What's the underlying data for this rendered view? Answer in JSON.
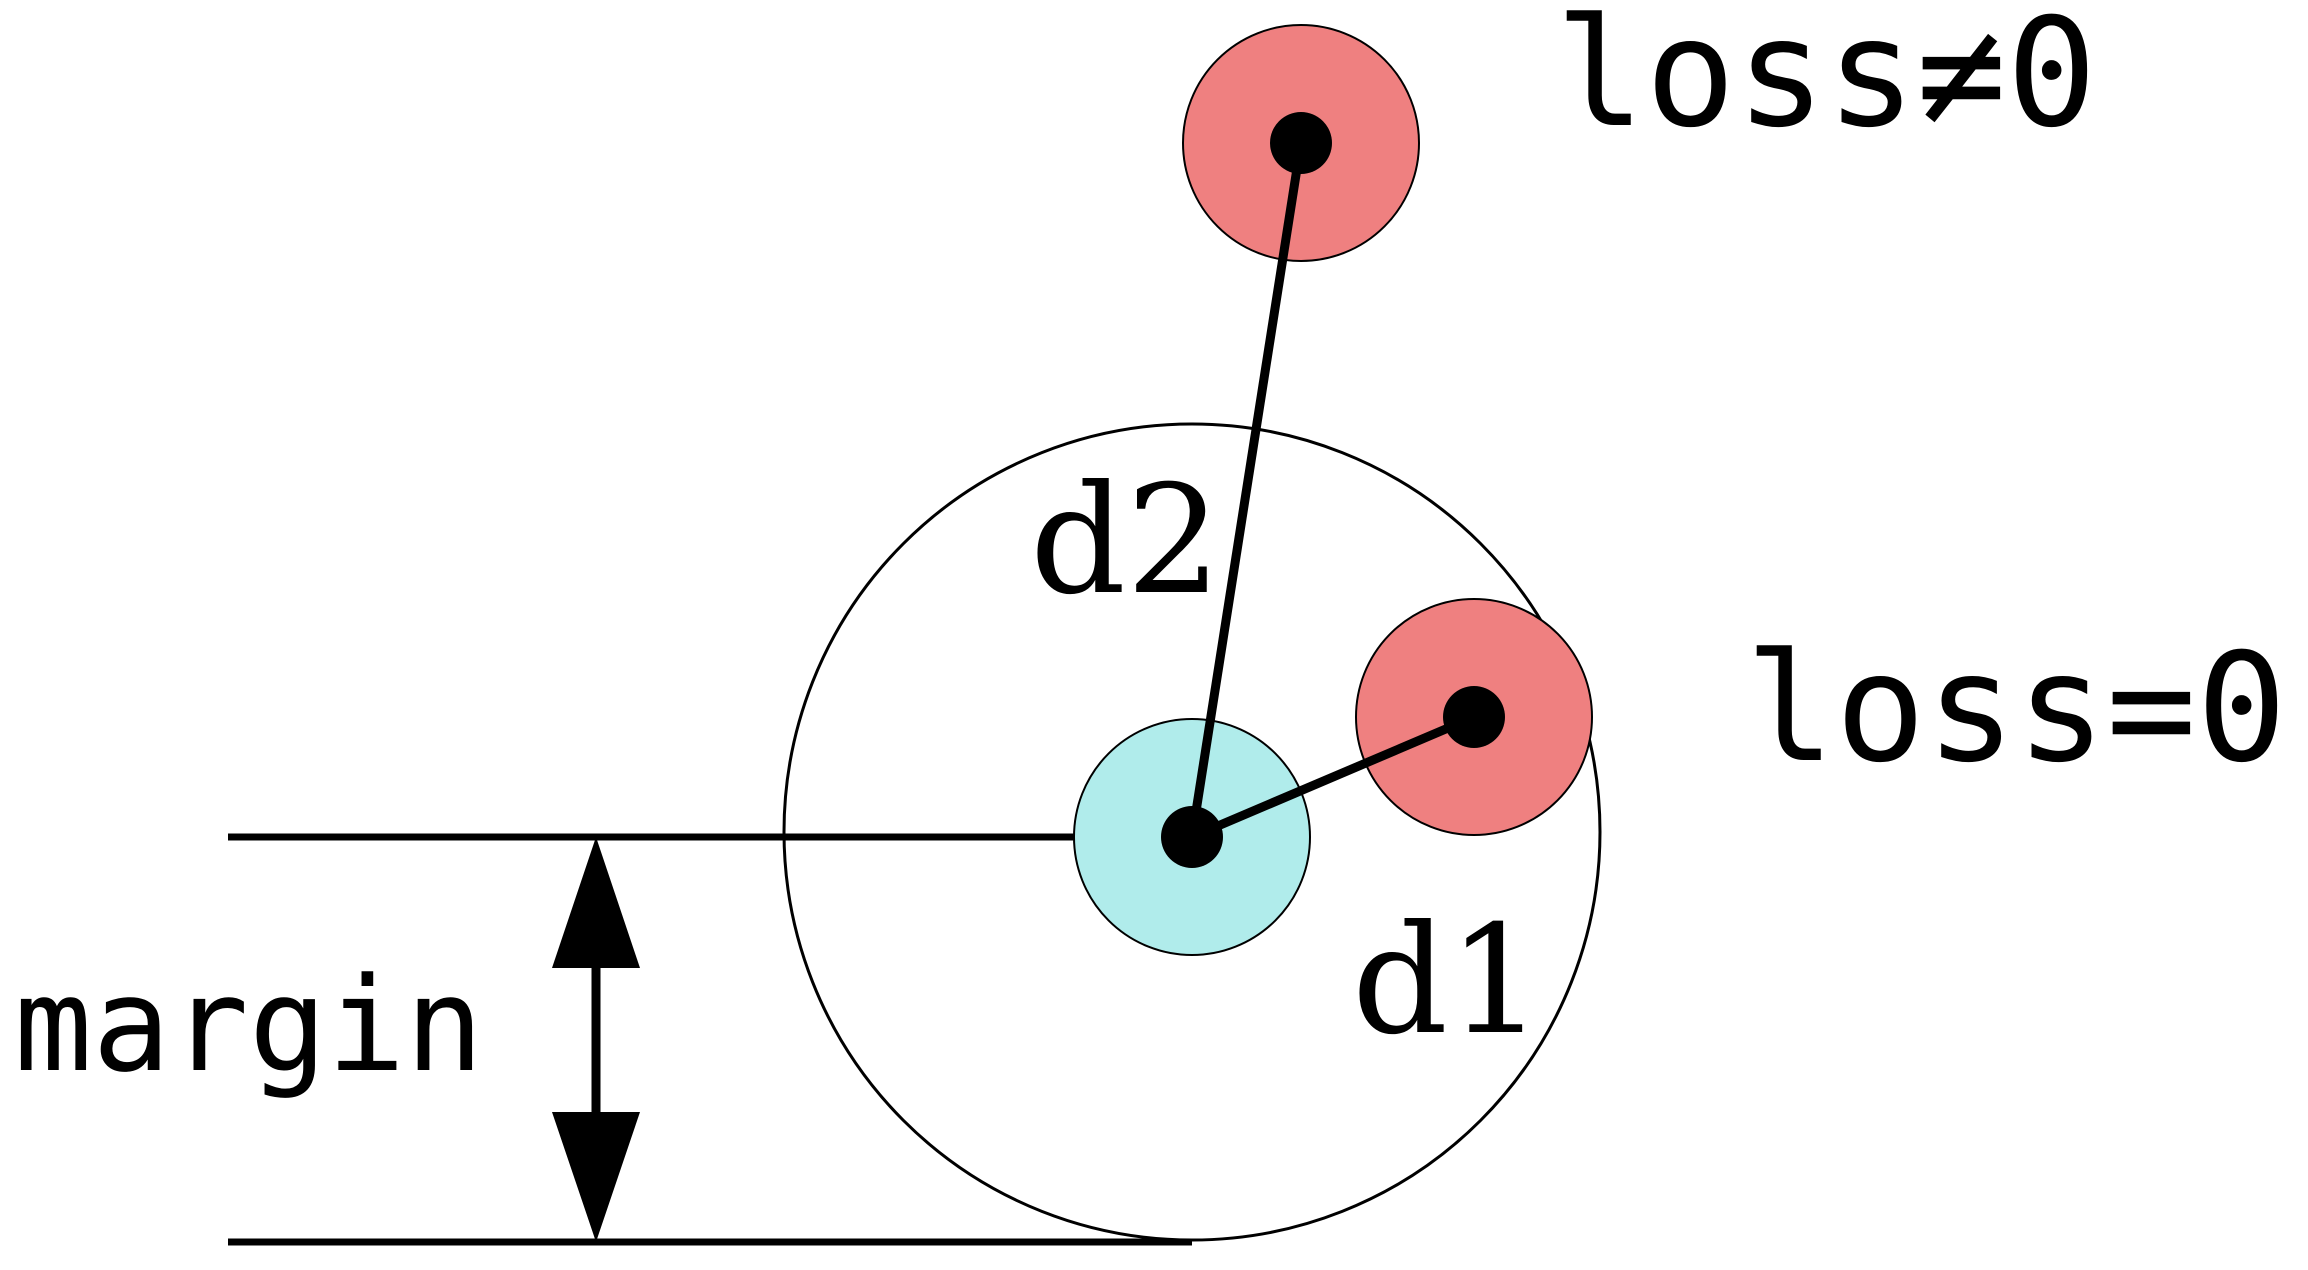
{
  "labels": {
    "loss_nonzero": "loss≠0",
    "loss_zero": "loss=0",
    "d1": "d1",
    "d2": "d2",
    "margin": "margin"
  },
  "colors": {
    "anchor_fill": "#b0eceb",
    "sample_fill": "#ef8080",
    "stroke": "#000000",
    "background": "#ffffff"
  }
}
